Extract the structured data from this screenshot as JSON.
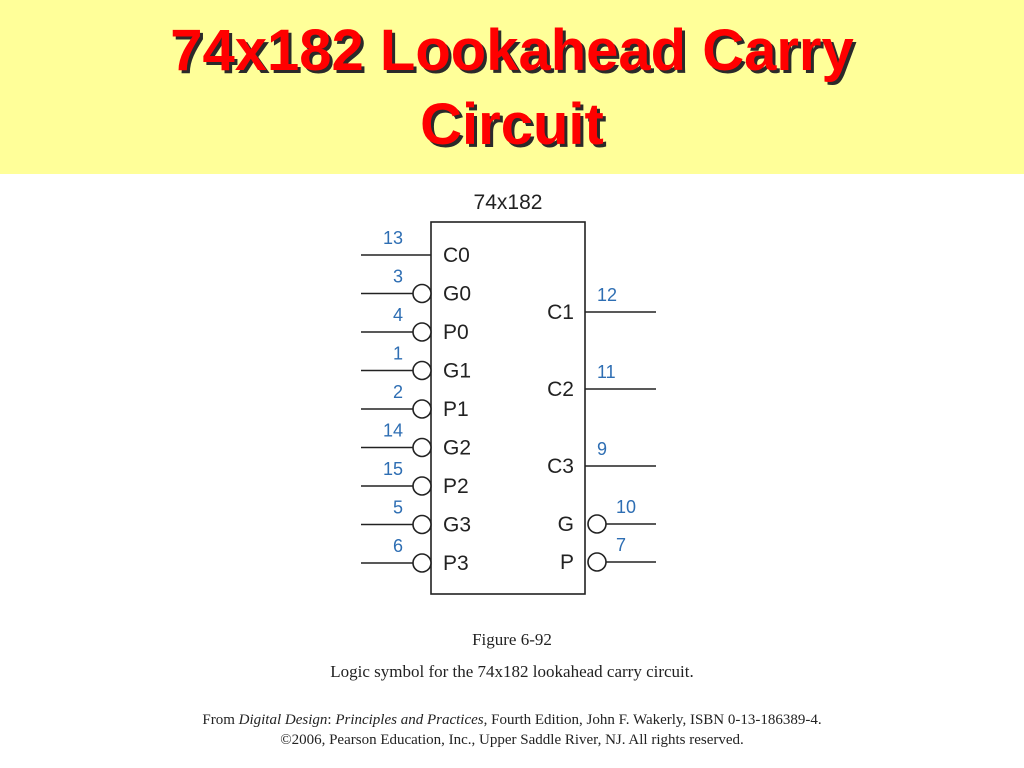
{
  "title": {
    "line1": "74x182 Lookahead Carry",
    "line2": "Circuit"
  },
  "chip": {
    "name": "74x182",
    "inputs": [
      {
        "label": "C0",
        "pin": "13",
        "inverted": false
      },
      {
        "label": "G0",
        "pin": "3",
        "inverted": true
      },
      {
        "label": "P0",
        "pin": "4",
        "inverted": true
      },
      {
        "label": "G1",
        "pin": "1",
        "inverted": true
      },
      {
        "label": "P1",
        "pin": "2",
        "inverted": true
      },
      {
        "label": "G2",
        "pin": "14",
        "inverted": true
      },
      {
        "label": "P2",
        "pin": "15",
        "inverted": true
      },
      {
        "label": "G3",
        "pin": "5",
        "inverted": true
      },
      {
        "label": "P3",
        "pin": "6",
        "inverted": true
      }
    ],
    "outputs": [
      {
        "label": "C1",
        "pin": "12",
        "inverted": false
      },
      {
        "label": "C2",
        "pin": "11",
        "inverted": false
      },
      {
        "label": "C3",
        "pin": "9",
        "inverted": false
      },
      {
        "label": "G",
        "pin": "10",
        "inverted": true
      },
      {
        "label": "P",
        "pin": "7",
        "inverted": true
      }
    ]
  },
  "caption": {
    "figure_number": "Figure 6-92",
    "description": "Logic symbol for the 74x182 lookahead carry circuit."
  },
  "credit": {
    "from": "From ",
    "book_title": "Digital Design",
    "colon": ": ",
    "book_subtitle": "Principles and Practices",
    "details": ", Fourth Edition, John F. Wakerly, ISBN 0-13-186389-4.",
    "copyright": "©2006, Pearson Education, Inc., Upper Saddle River, NJ. All rights reserved."
  },
  "colors": {
    "title_band": "#ffff99",
    "title_text": "#ff0000",
    "pin_number": "#2e6eb3",
    "line": "#222222"
  }
}
